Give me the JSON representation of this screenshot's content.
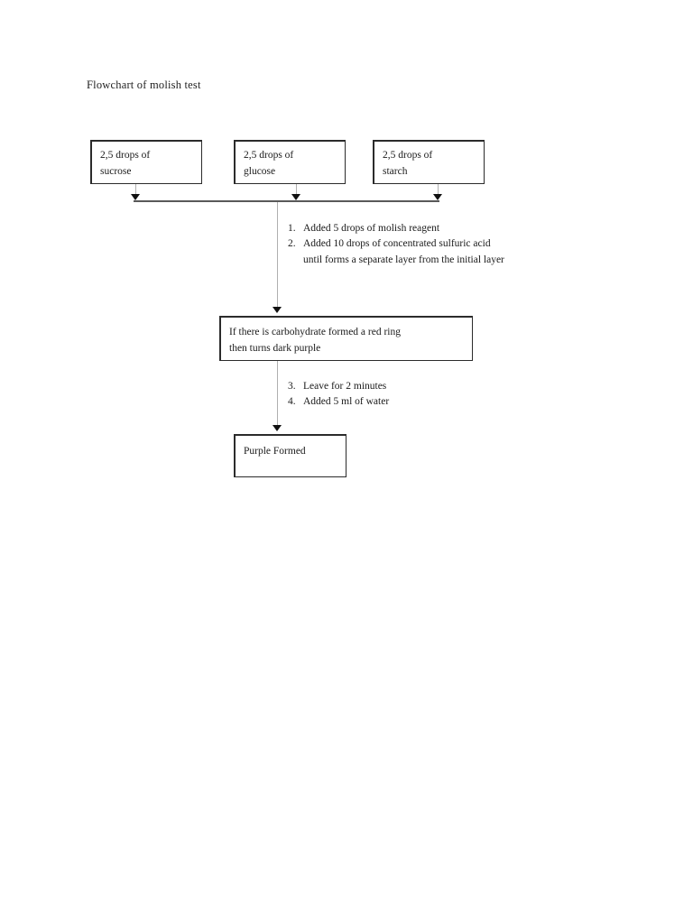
{
  "document": {
    "title": "Flowchart of molish test"
  },
  "flowchart": {
    "inputs": [
      {
        "name": "sucrose",
        "line1": "2,5 drops of",
        "line2": "sucrose"
      },
      {
        "name": "glucose",
        "line1": "2,5 drops of",
        "line2": "glucose"
      },
      {
        "name": "starch",
        "line1": "2,5 drops of",
        "line2": "starch"
      }
    ],
    "result_box": {
      "line1": "If there is carbohydrate formed a red ring",
      "line2": "then turns dark purple"
    },
    "final_box": {
      "line1": "Purple Formed"
    },
    "steps_upper": [
      {
        "num": "1.",
        "text": "Added 5 drops of molish reagent"
      },
      {
        "num": "2.",
        "text": "Added 10 drops of concentrated sulfuric acid until forms a separate layer from the initial layer"
      }
    ],
    "steps_lower": [
      {
        "num": "3.",
        "text": "Leave for 2 minutes"
      },
      {
        "num": "4.",
        "text": "Added 5 ml of water"
      }
    ]
  },
  "colors": {
    "page_background": "#ffffff",
    "text": "#1a1a1a",
    "box_border": "#2b2b2b",
    "connector_line": "#b0b0b0",
    "join_bar": "#595959",
    "arrowhead": "#111111"
  }
}
